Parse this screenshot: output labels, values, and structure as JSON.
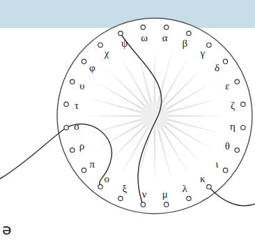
{
  "diagram": {
    "labels": [
      "α",
      "β",
      "γ",
      "δ",
      "ε",
      "ζ",
      "η",
      "θ",
      "ι",
      "κ",
      "λ",
      "μ",
      "ν",
      "ξ",
      "ο",
      "π",
      "ρ",
      "σ",
      "τ",
      "υ",
      "φ",
      "χ",
      "ψ",
      "ω",
      "ə"
    ]
  }
}
